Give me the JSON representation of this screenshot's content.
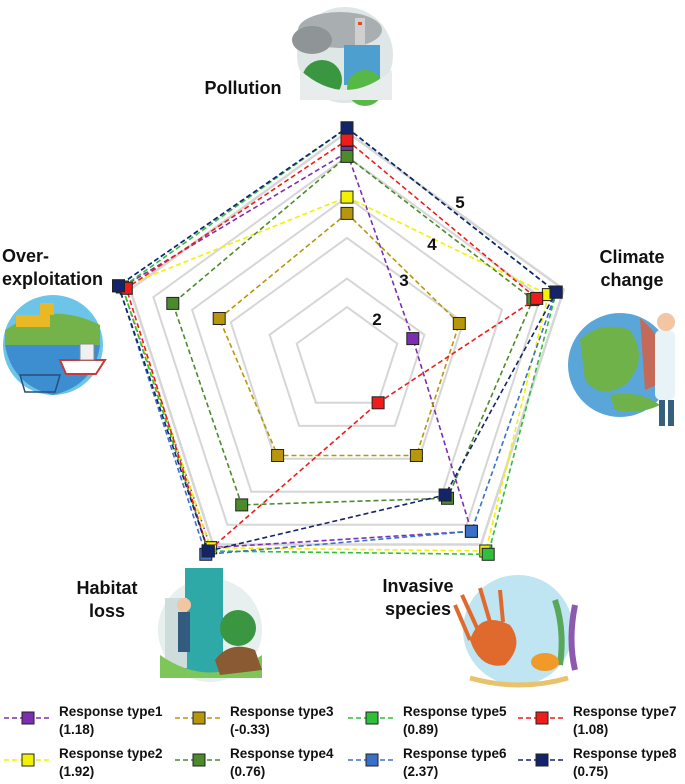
{
  "chart_data": {
    "type": "radar",
    "axes": [
      "Pollution",
      "Climate change",
      "Invasive species",
      "Habitat loss",
      "Over-exploitation"
    ],
    "axis_label_lines": [
      [
        "Pollution"
      ],
      [
        "Climate",
        "change"
      ],
      [
        "Invasive",
        "species"
      ],
      [
        "Habitat",
        "loss"
      ],
      [
        "Over-",
        "exploitation"
      ]
    ],
    "axis_icons": [
      "pollution-illustration",
      "climate-change-illustration",
      "invasive-species-illustration",
      "habitat-loss-illustration",
      "over-exploitation-illustration"
    ],
    "rlim": [
      0,
      5.6
    ],
    "ticks": [
      "2",
      "3",
      "4",
      "5"
    ],
    "tick_values": [
      2,
      3,
      4,
      5
    ],
    "grid": true,
    "legend_position": "bottom",
    "series": [
      {
        "name": "Response type1",
        "score": "(1.18)",
        "color": "#7B2FB0",
        "values": [
          5.1,
          1.7,
          5.2,
          5.7,
          5.8
        ]
      },
      {
        "name": "Response type2",
        "score": "(1.92)",
        "color": "#F2F200",
        "values": [
          4.0,
          5.2,
          5.8,
          5.7,
          5.8
        ]
      },
      {
        "name": "Response type3",
        "score": "(-0.33)",
        "color": "#B8960C",
        "values": [
          3.6,
          2.9,
          2.9,
          2.9,
          3.3
        ]
      },
      {
        "name": "Response type4",
        "score": "(0.76)",
        "color": "#4B8B2B",
        "values": [
          5.0,
          4.8,
          4.2,
          4.4,
          4.5
        ]
      },
      {
        "name": "Response type5",
        "score": "(0.89)",
        "color": "#2FBF3A",
        "values": [
          5.7,
          5.4,
          5.9,
          5.8,
          5.8
        ]
      },
      {
        "name": "Response type6",
        "score": "(2.37)",
        "color": "#3A70C8",
        "values": [
          5.7,
          5.4,
          5.2,
          5.9,
          5.9
        ]
      },
      {
        "name": "Response type7",
        "score": "(1.08)",
        "color": "#EE1C1C",
        "values": [
          5.4,
          4.9,
          1.3,
          5.8,
          5.7
        ]
      },
      {
        "name": "Response type8",
        "score": "(0.75)",
        "color": "#14246B",
        "values": [
          5.7,
          5.4,
          4.1,
          5.8,
          5.9
        ]
      }
    ]
  }
}
